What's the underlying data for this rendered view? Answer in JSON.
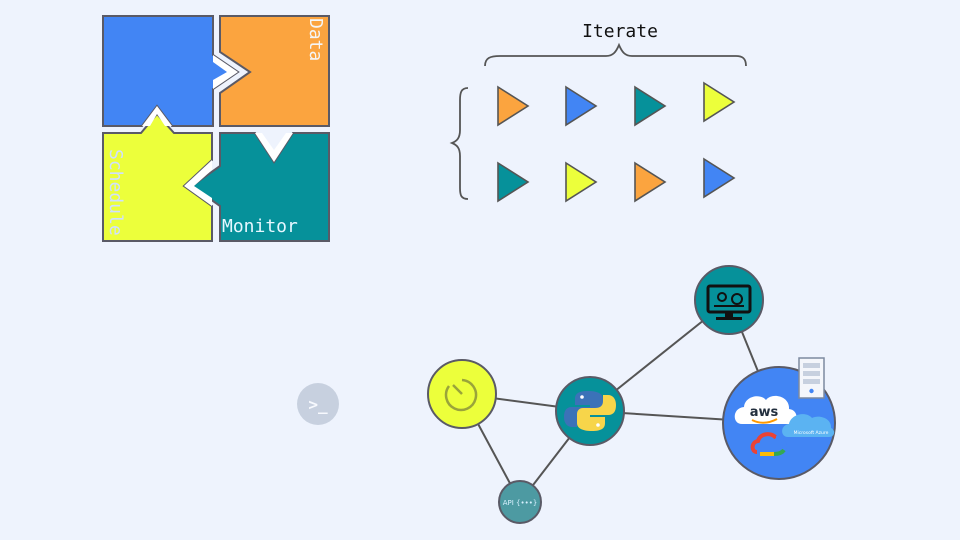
{
  "puzzle": {
    "data_label": "Data",
    "schedule_label": "Schedule",
    "monitor_label": "Monitor",
    "colors": {
      "blue": "#4285f4",
      "orange": "#fba43f",
      "yellow": "#ecff3b",
      "teal": "#06919a"
    }
  },
  "iterate": {
    "title": "Iterate",
    "rows": [
      [
        "orange",
        "blue",
        "teal",
        "yellow"
      ],
      [
        "teal",
        "yellow",
        "orange",
        "blue"
      ]
    ]
  },
  "network": {
    "api_label": "API {•••}",
    "aws_label": "aws",
    "azure_label": "Microsoft Azure",
    "terminal_glyph": ">_"
  }
}
